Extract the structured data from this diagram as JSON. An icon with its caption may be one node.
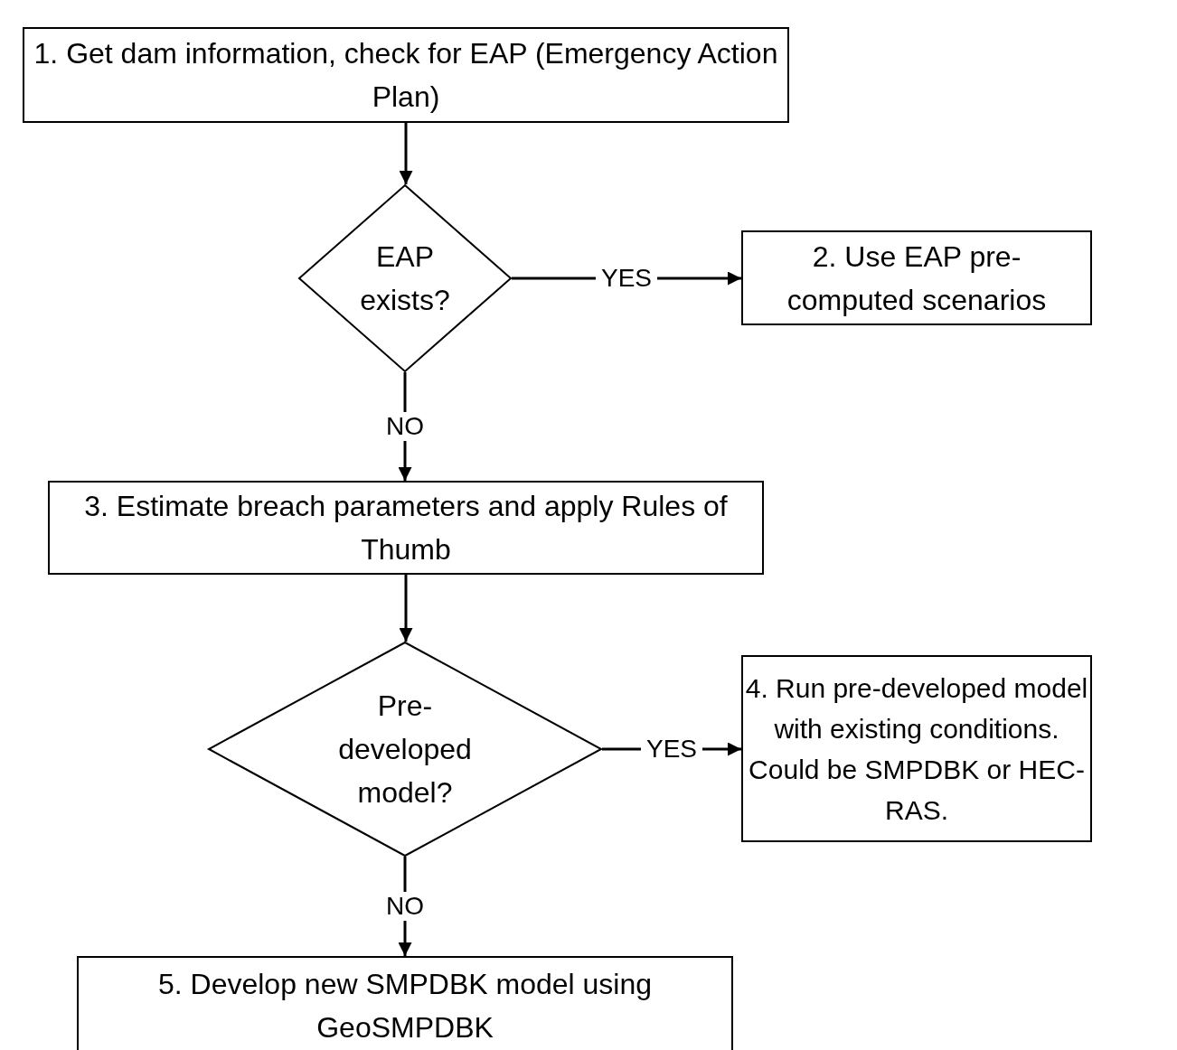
{
  "diagram": {
    "nodes": [
      {
        "text": [
          "1.  Get dam information, check for EAP (Emergency Action Plan)"
        ]
      },
      {
        "text": [
          "EAP exists?"
        ]
      },
      {
        "text": [
          "2. Use EAP pre-computed scenarios"
        ]
      },
      {
        "text": [
          "3. Estimate breach parameters and apply Rules of Thumb"
        ]
      },
      {
        "text": [
          "Pre-developed model?"
        ]
      },
      {
        "text": [
          "4.  Run pre-developed model with existing conditions.  Could be SMPDBK or HEC-RAS."
        ]
      },
      {
        "text": [
          "5.  Develop new SMPDBK model using GeoSMPDBK"
        ]
      }
    ],
    "edges": [
      {
        "from": 0,
        "to": 1,
        "arrow": "to"
      },
      {
        "from": 1,
        "to": 2,
        "arrow": "to",
        "label": "YES"
      },
      {
        "from": 1,
        "to": 3,
        "arrow": "to",
        "label": "NO"
      },
      {
        "from": 3,
        "to": 4,
        "arrow": "to"
      },
      {
        "from": 4,
        "to": 5,
        "arrow": "to",
        "label": "YES"
      },
      {
        "from": 4,
        "to": 6,
        "arrow": "to",
        "label": "NO"
      }
    ]
  }
}
